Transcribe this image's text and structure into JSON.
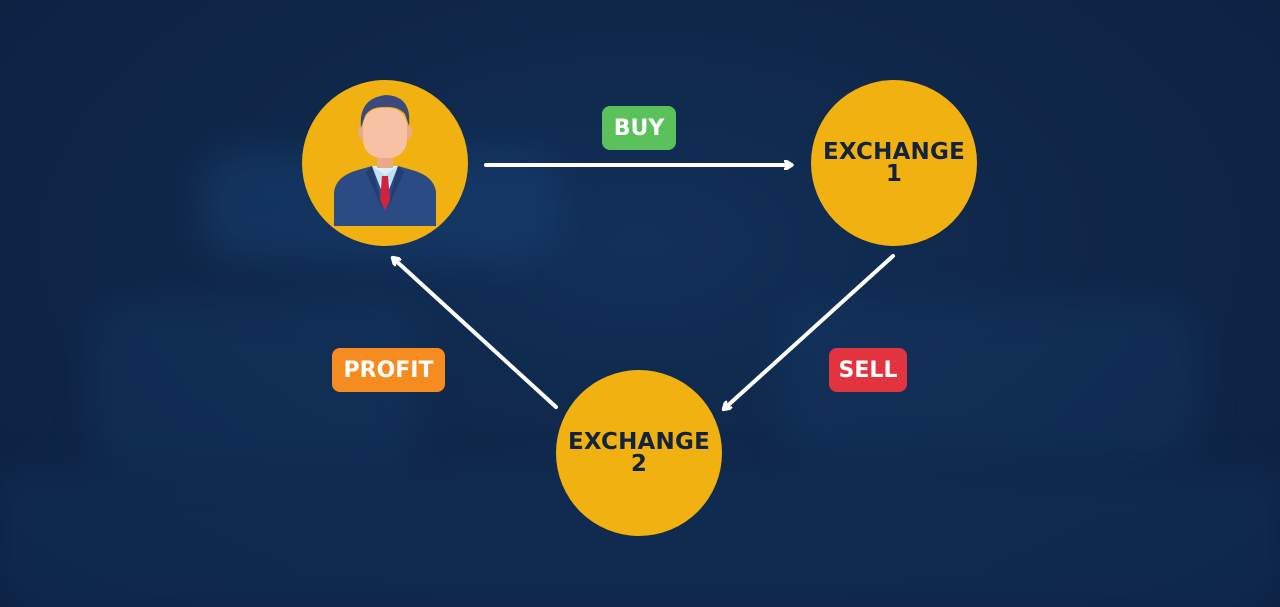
{
  "diagram": {
    "nodes": {
      "trader": {
        "icon": "businessman-icon"
      },
      "exchange1": {
        "line1": "EXCHANGE",
        "line2": "1"
      },
      "exchange2": {
        "line1": "EXCHANGE",
        "line2": "2"
      }
    },
    "labels": {
      "buy": "BUY",
      "sell": "SELL",
      "profit": "PROFIT"
    },
    "colors": {
      "background": "#0e2545",
      "node": "#f1b211",
      "buy": "#5bc25b",
      "sell": "#e2333f",
      "profit": "#f68b1f",
      "arrow": "#ffffff"
    }
  }
}
